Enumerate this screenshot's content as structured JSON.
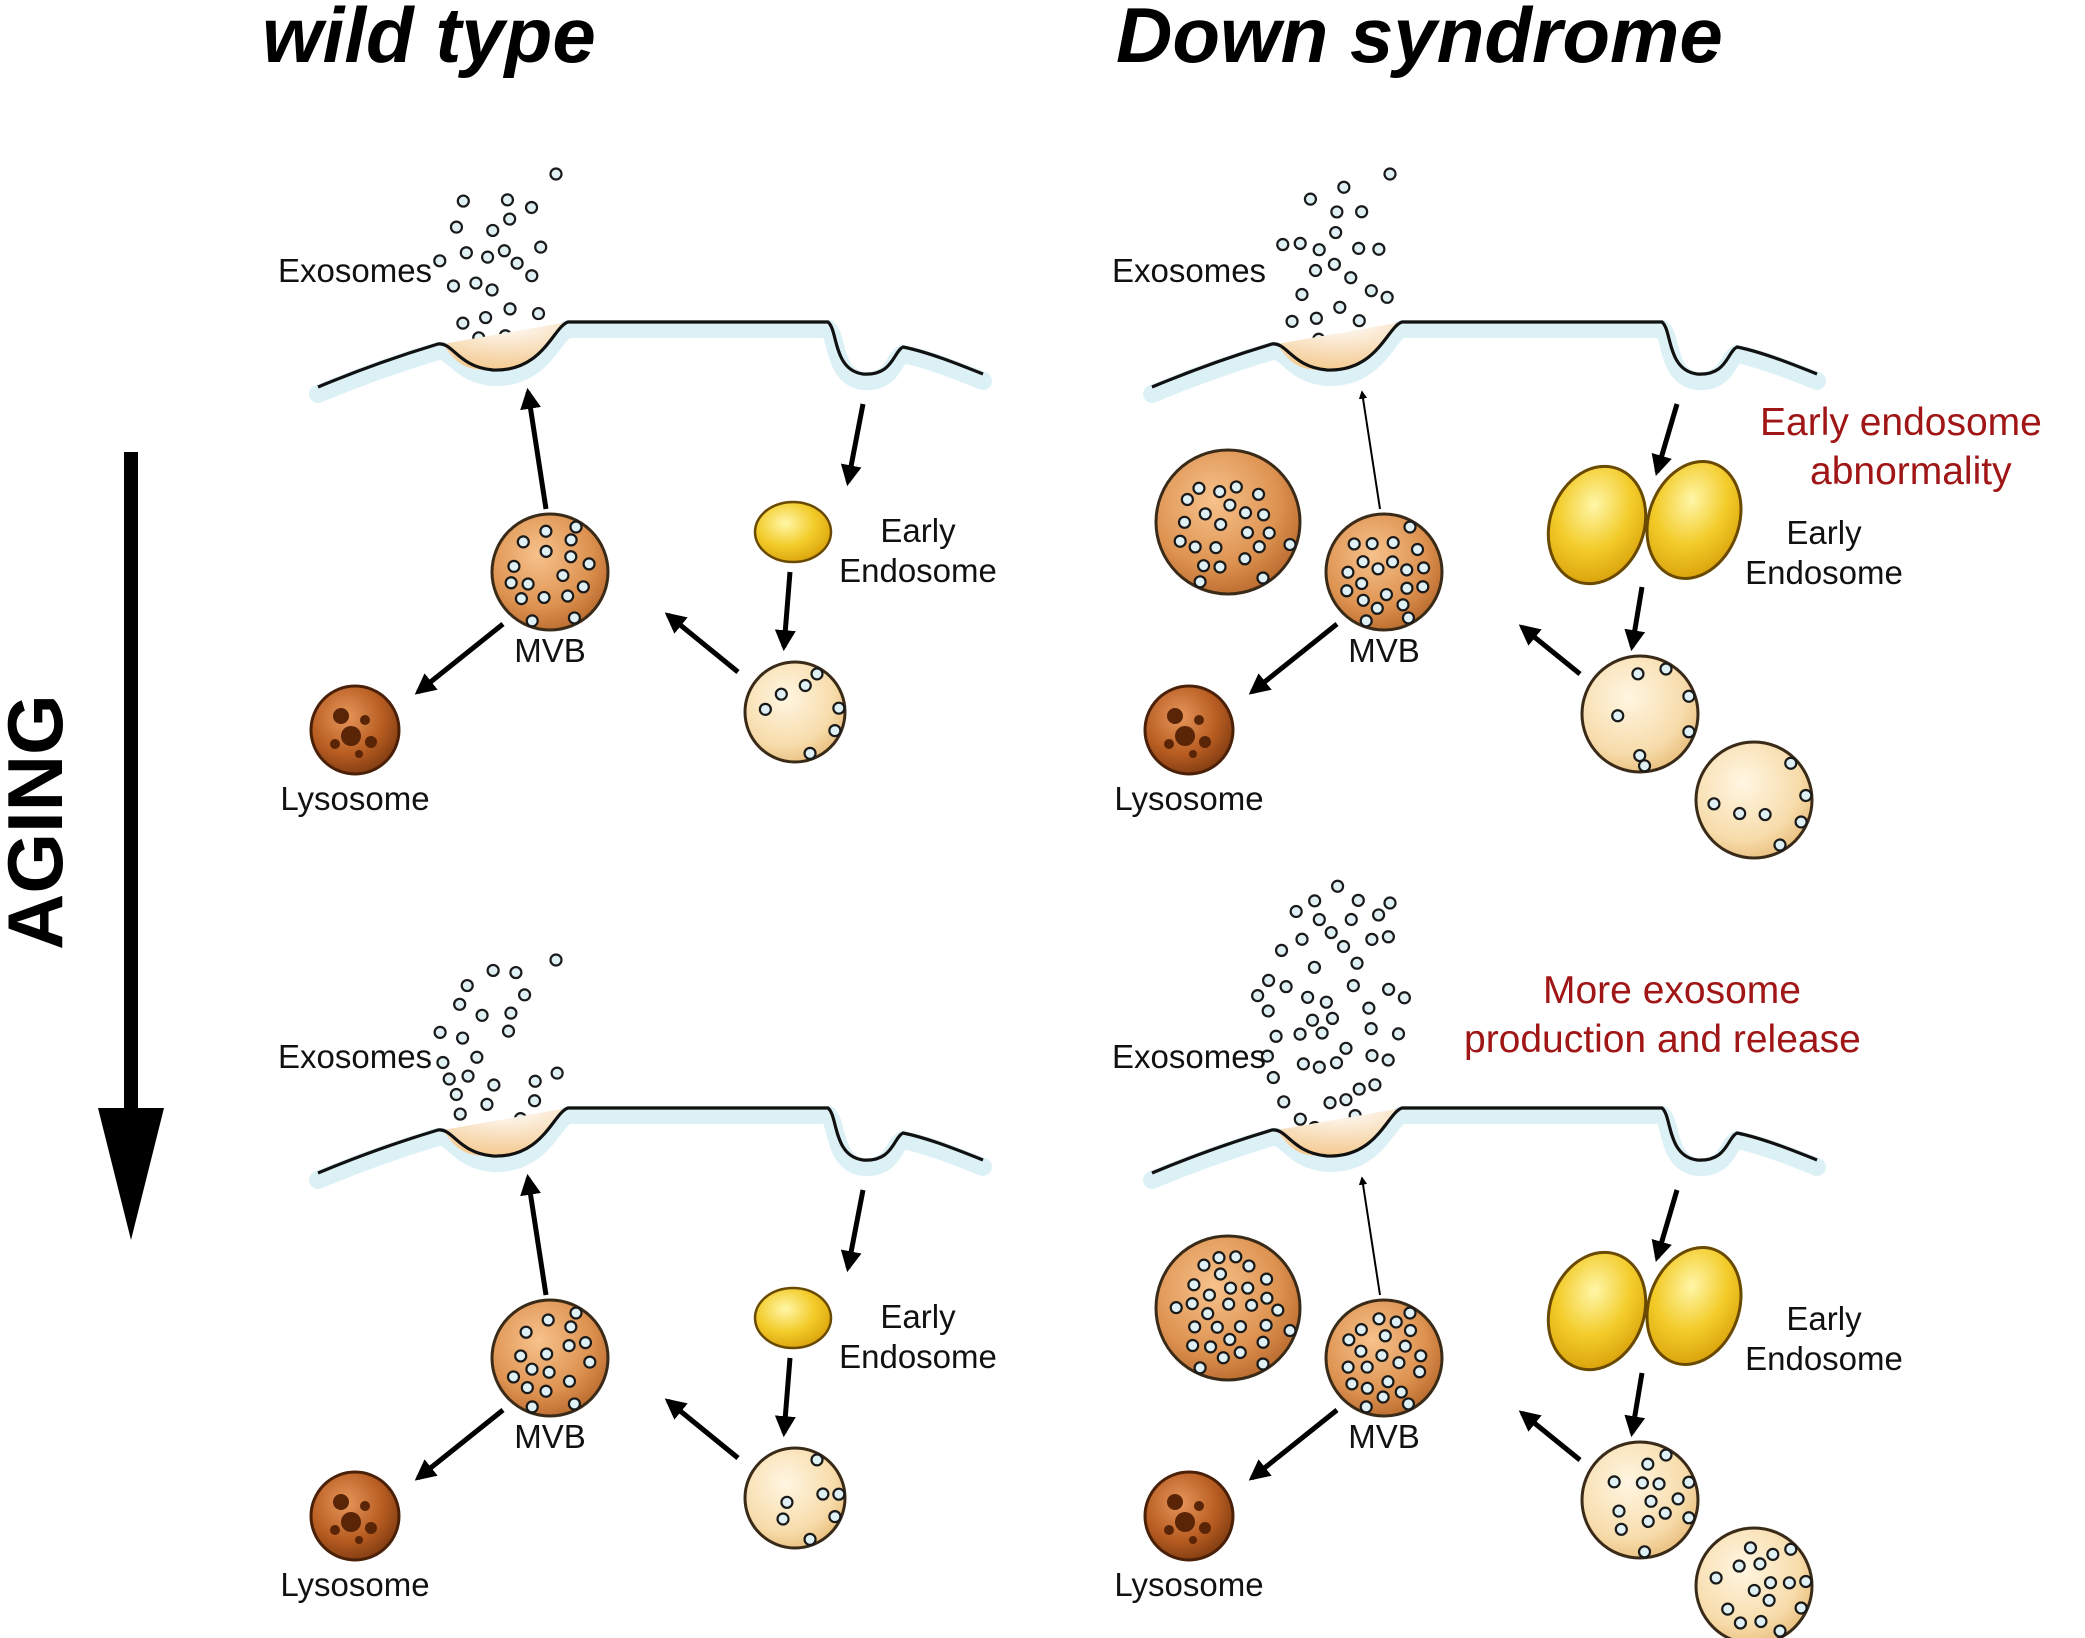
{
  "columns": {
    "left_title": "wild type",
    "right_title": "Down syndrome"
  },
  "axis": {
    "aging_label": "AGING"
  },
  "labels": {
    "exosomes": "Exosomes",
    "early_endosome_line1": "Early",
    "early_endosome_line2": "Endosome",
    "mvb": "MVB",
    "lysosome": "Lysosome"
  },
  "annotations": {
    "early_endosome_abnormality_line1": "Early endosome",
    "early_endosome_abnormality_line2": "abnormality",
    "more_exosome_line1": "More exosome",
    "more_exosome_line2": "production and release"
  },
  "colors": {
    "early_endosome": "#f2c419",
    "late_endosome": "#f6d9a6",
    "mvb": "#d88b4a",
    "lysosome": "#a6501c",
    "vesicle": "#bfe0e8",
    "annotation": "#a01515"
  }
}
